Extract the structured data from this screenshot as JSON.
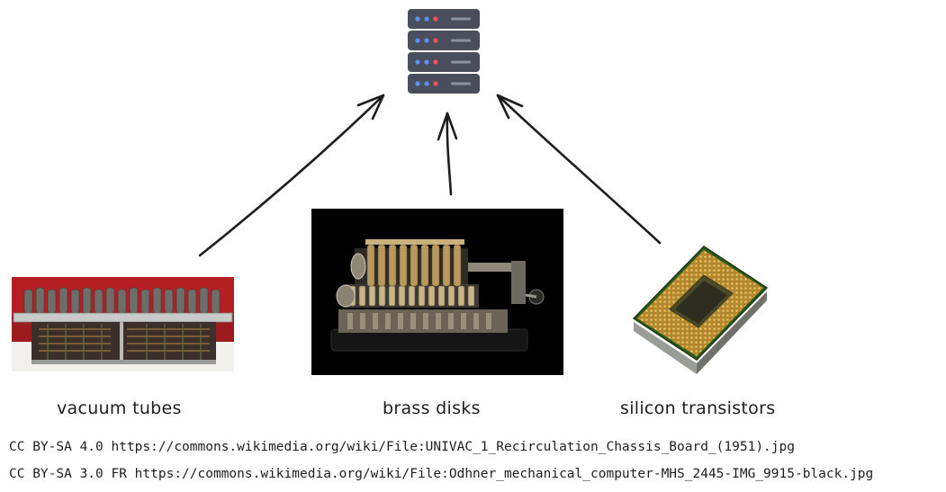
{
  "nodes": {
    "server": {
      "icon": "server-rack-icon"
    },
    "inputs": [
      {
        "label": "vacuum tubes",
        "image": "vacuum-tube-chassis-photo"
      },
      {
        "label": "brass disks",
        "image": "odhner-mechanical-calculator-photo"
      },
      {
        "label": "silicon transistors",
        "image": "cpu-chip-photo"
      }
    ]
  },
  "credits": [
    "CC BY-SA 4.0 https://commons.wikimedia.org/wiki/File:UNIVAC_1_Recirculation_Chassis_Board_(1951).jpg",
    "CC BY-SA 3.0 FR https://commons.wikimedia.org/wiki/File:Odhner_mechanical_computer-MHS_2445-IMG_9915-black.jpg"
  ],
  "colors": {
    "server_body": "#4a4e5c",
    "led_blue": "#5b8ef0",
    "led_red": "#e8545a",
    "arrow": "#1e1e1e"
  }
}
